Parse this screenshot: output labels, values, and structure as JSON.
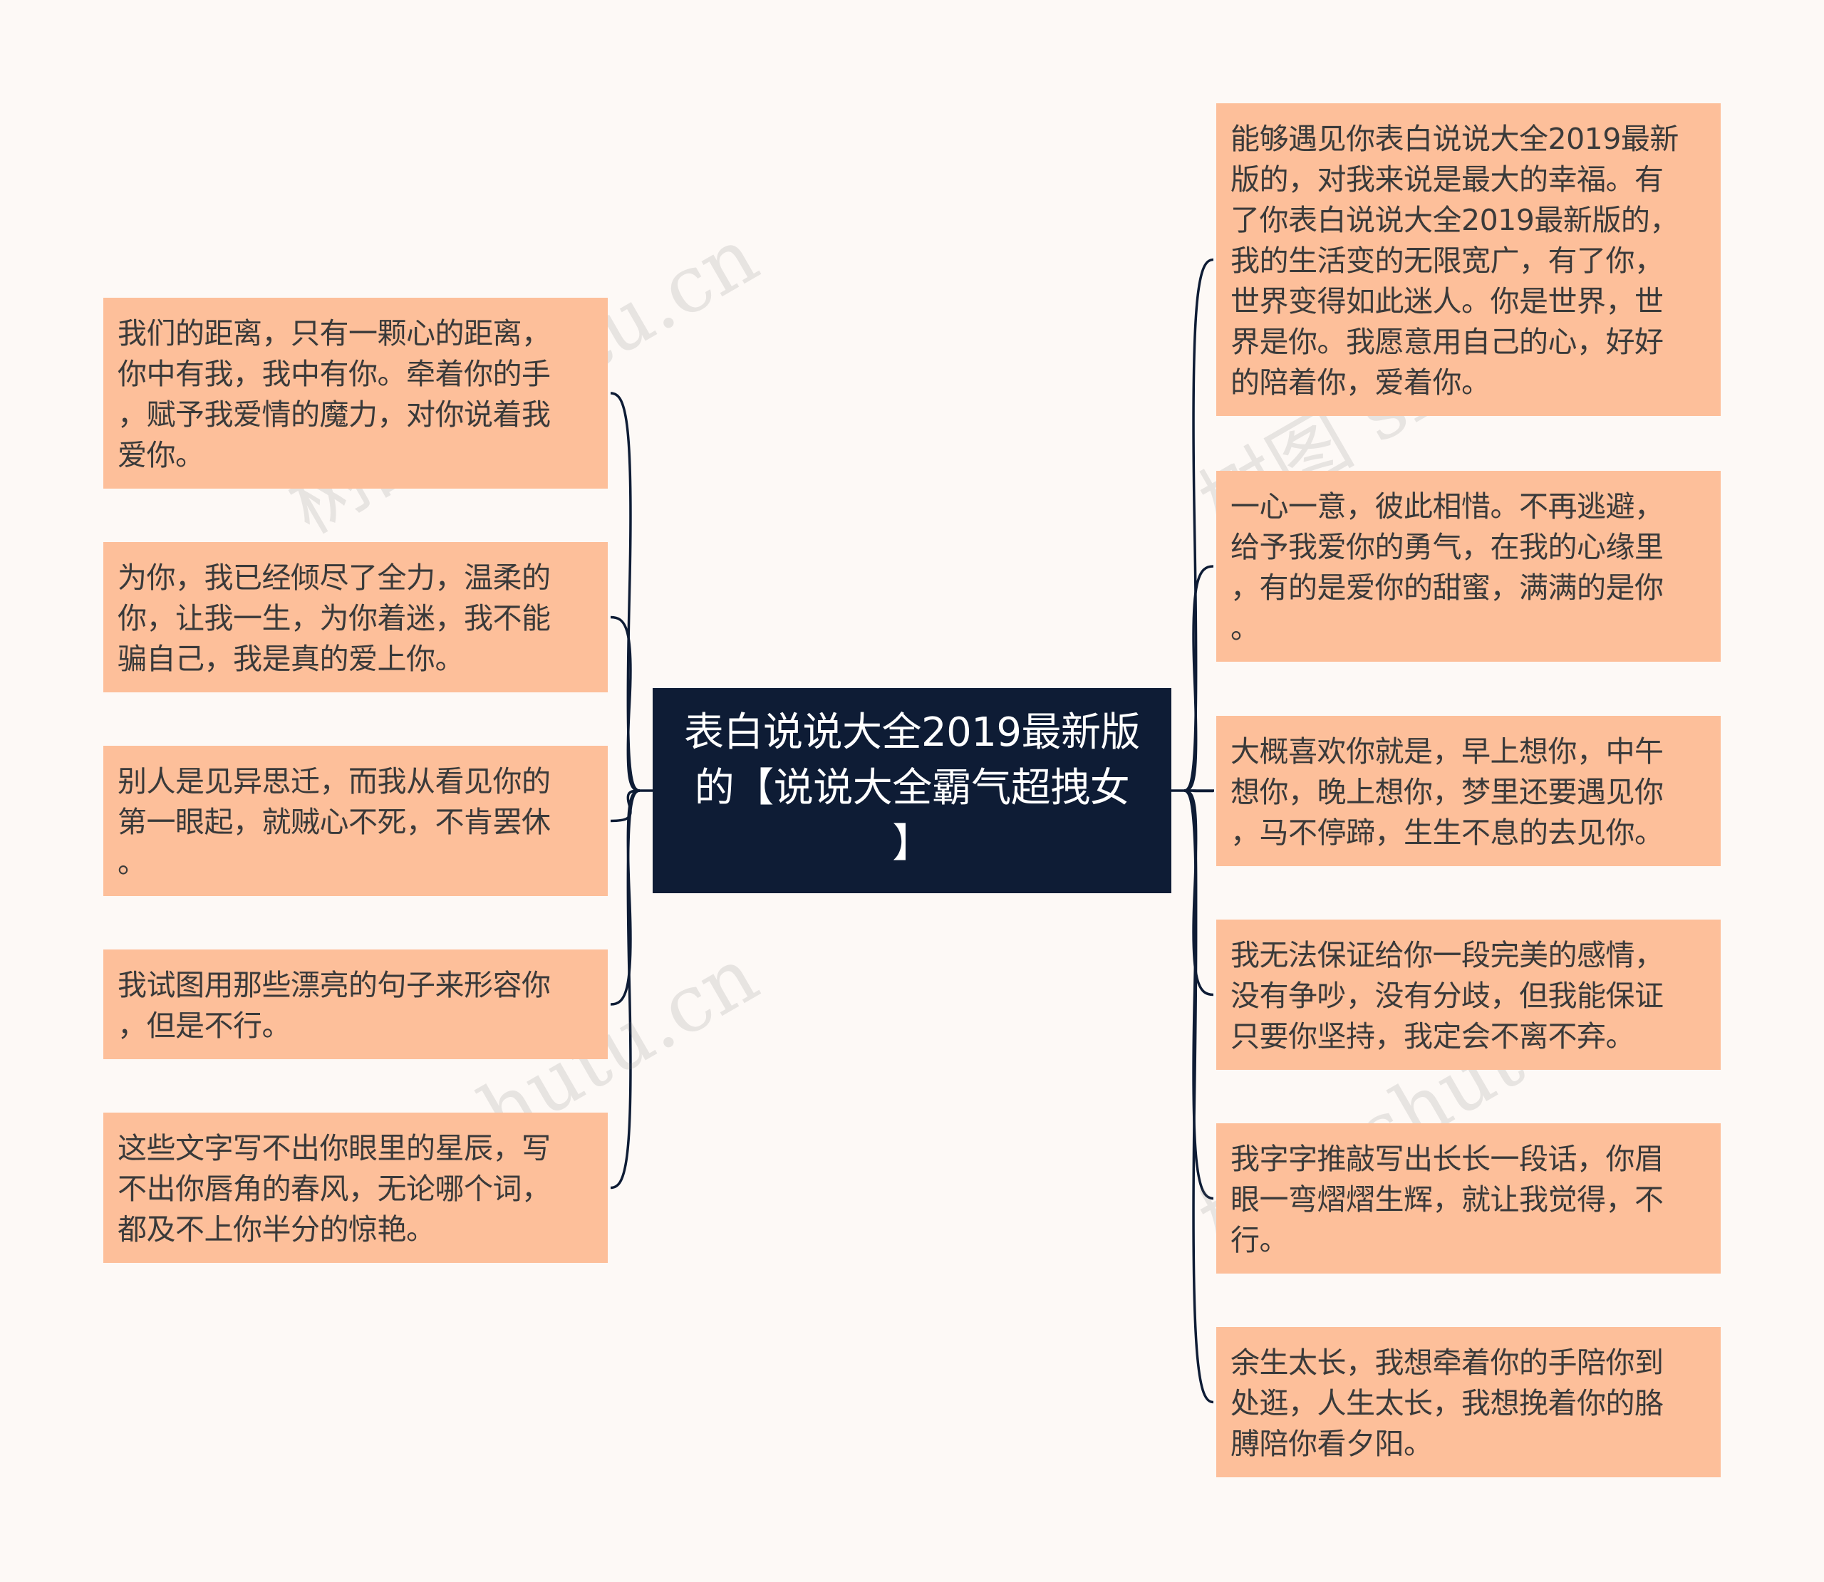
{
  "center": {
    "text": "表白说说大全2019最新版\n的【说说大全霸气超拽女\n】"
  },
  "left_nodes": [
    {
      "text": "我们的距离，只有一颗心的距离，\n你中有我，我中有你。牵着你的手\n，赋予我爱情的魔力，对你说着我\n爱你。"
    },
    {
      "text": "为你，我已经倾尽了全力，温柔的\n你，让我一生，为你着迷，我不能\n骗自己，我是真的爱上你。"
    },
    {
      "text": "别人是见异思迁，而我从看见你的\n第一眼起，就贼心不死，不肯罢休\n。"
    },
    {
      "text": "我试图用那些漂亮的句子来形容你\n，但是不行。"
    },
    {
      "text": "这些文字写不出你眼里的星辰，写\n不出你唇角的春风，无论哪个词，\n都及不上你半分的惊艳。"
    }
  ],
  "right_nodes": [
    {
      "text": "能够遇见你表白说说大全2019最新\n版的，对我来说是最大的幸福。有\n了你表白说说大全2019最新版的，\n我的生活变的无限宽广，有了你，\n世界变得如此迷人。你是世界，世\n界是你。我愿意用自己的心，好好\n的陪着你，爱着你。"
    },
    {
      "text": "一心一意，彼此相惜。不再逃避，\n给予我爱你的勇气，在我的心缘里\n，有的是爱你的甜蜜，满满的是你\n。"
    },
    {
      "text": "大概喜欢你就是，早上想你，中午\n想你，晚上想你，梦里还要遇见你\n，马不停蹄，生生不息的去见你。"
    },
    {
      "text": "我无法保证给你一段完美的感情，\n没有争吵，没有分歧，但我能保证\n只要你坚持，我定会不离不弃。"
    },
    {
      "text": "我字字推敲写出长长一段话，你眉\n眼一弯熠熠生辉，就让我觉得，不\n行。"
    },
    {
      "text": "余生太长，我想牵着你的手陪你到\n处逛，人生太长，我想挽着你的胳\n膊陪你看夕阳。"
    }
  ],
  "watermark": "树图 shutu.cn",
  "colors": {
    "background": "#fdf9f6",
    "node_fill": "#fdbf9a",
    "center_fill": "#0e1c35",
    "line": "#0e1c35"
  }
}
